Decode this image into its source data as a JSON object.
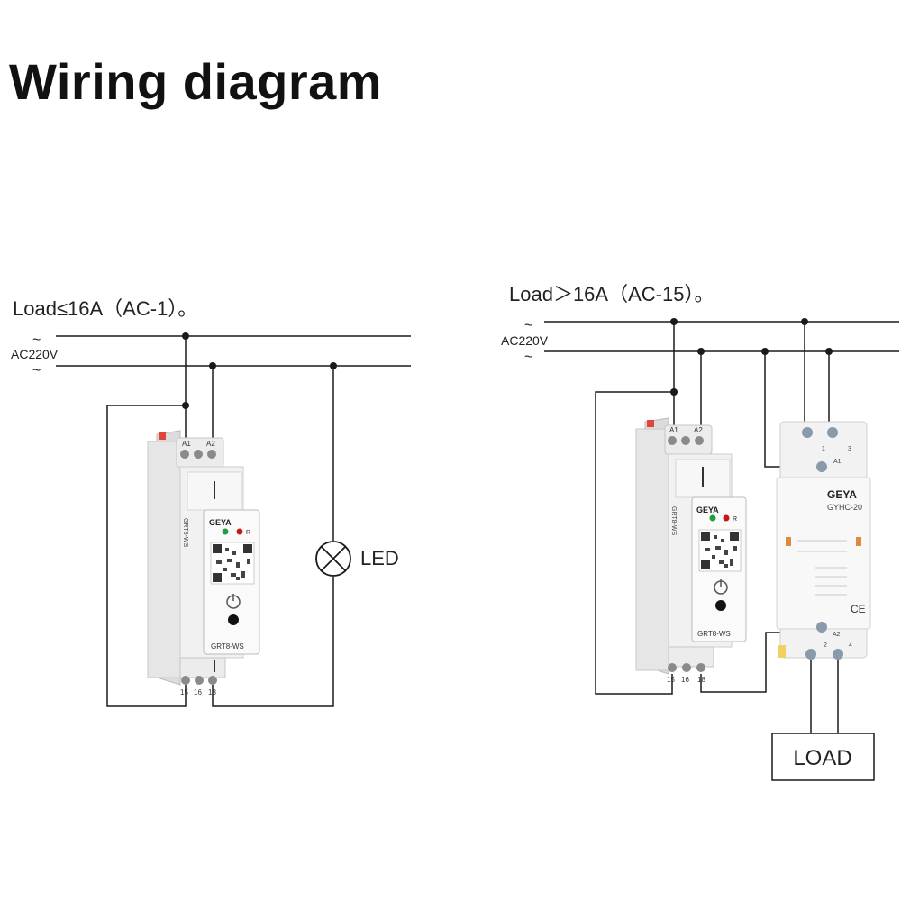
{
  "title": "Wiring diagram",
  "left": {
    "condition": "Load≤16A（AC-1）。",
    "supply_tilde": "~",
    "supply": "AC220V",
    "lamp_label": "LED",
    "relay": {
      "brand": "GEYA",
      "model": "GRT8-WS",
      "model_vertical": "GRT8-WS",
      "terminals_top": [
        "A1",
        "A2"
      ],
      "terminals_bottom": [
        "15",
        "16",
        "18"
      ],
      "reset_label": "R"
    }
  },
  "right": {
    "condition": "Load＞16A（AC-15）。",
    "supply_tilde": "~",
    "supply": "AC220V",
    "load_label": "LOAD",
    "relay": {
      "brand": "GEYA",
      "model": "GRT8-WS",
      "model_vertical": "GRT8-WS",
      "terminals_top": [
        "A1",
        "A2"
      ],
      "terminals_bottom": [
        "15",
        "16",
        "18"
      ],
      "reset_label": "R"
    },
    "contactor": {
      "brand": "GEYA",
      "model": "GYHC-20",
      "terminals": [
        "1",
        "3",
        "A1",
        "A2",
        "2",
        "4"
      ],
      "ce_mark": "CE"
    }
  },
  "colors": {
    "wire": "#1a1a1a",
    "device_body": "#ececec",
    "led_green": "#1e9e3a",
    "led_red": "#c41818",
    "flag": "#e0443c"
  }
}
